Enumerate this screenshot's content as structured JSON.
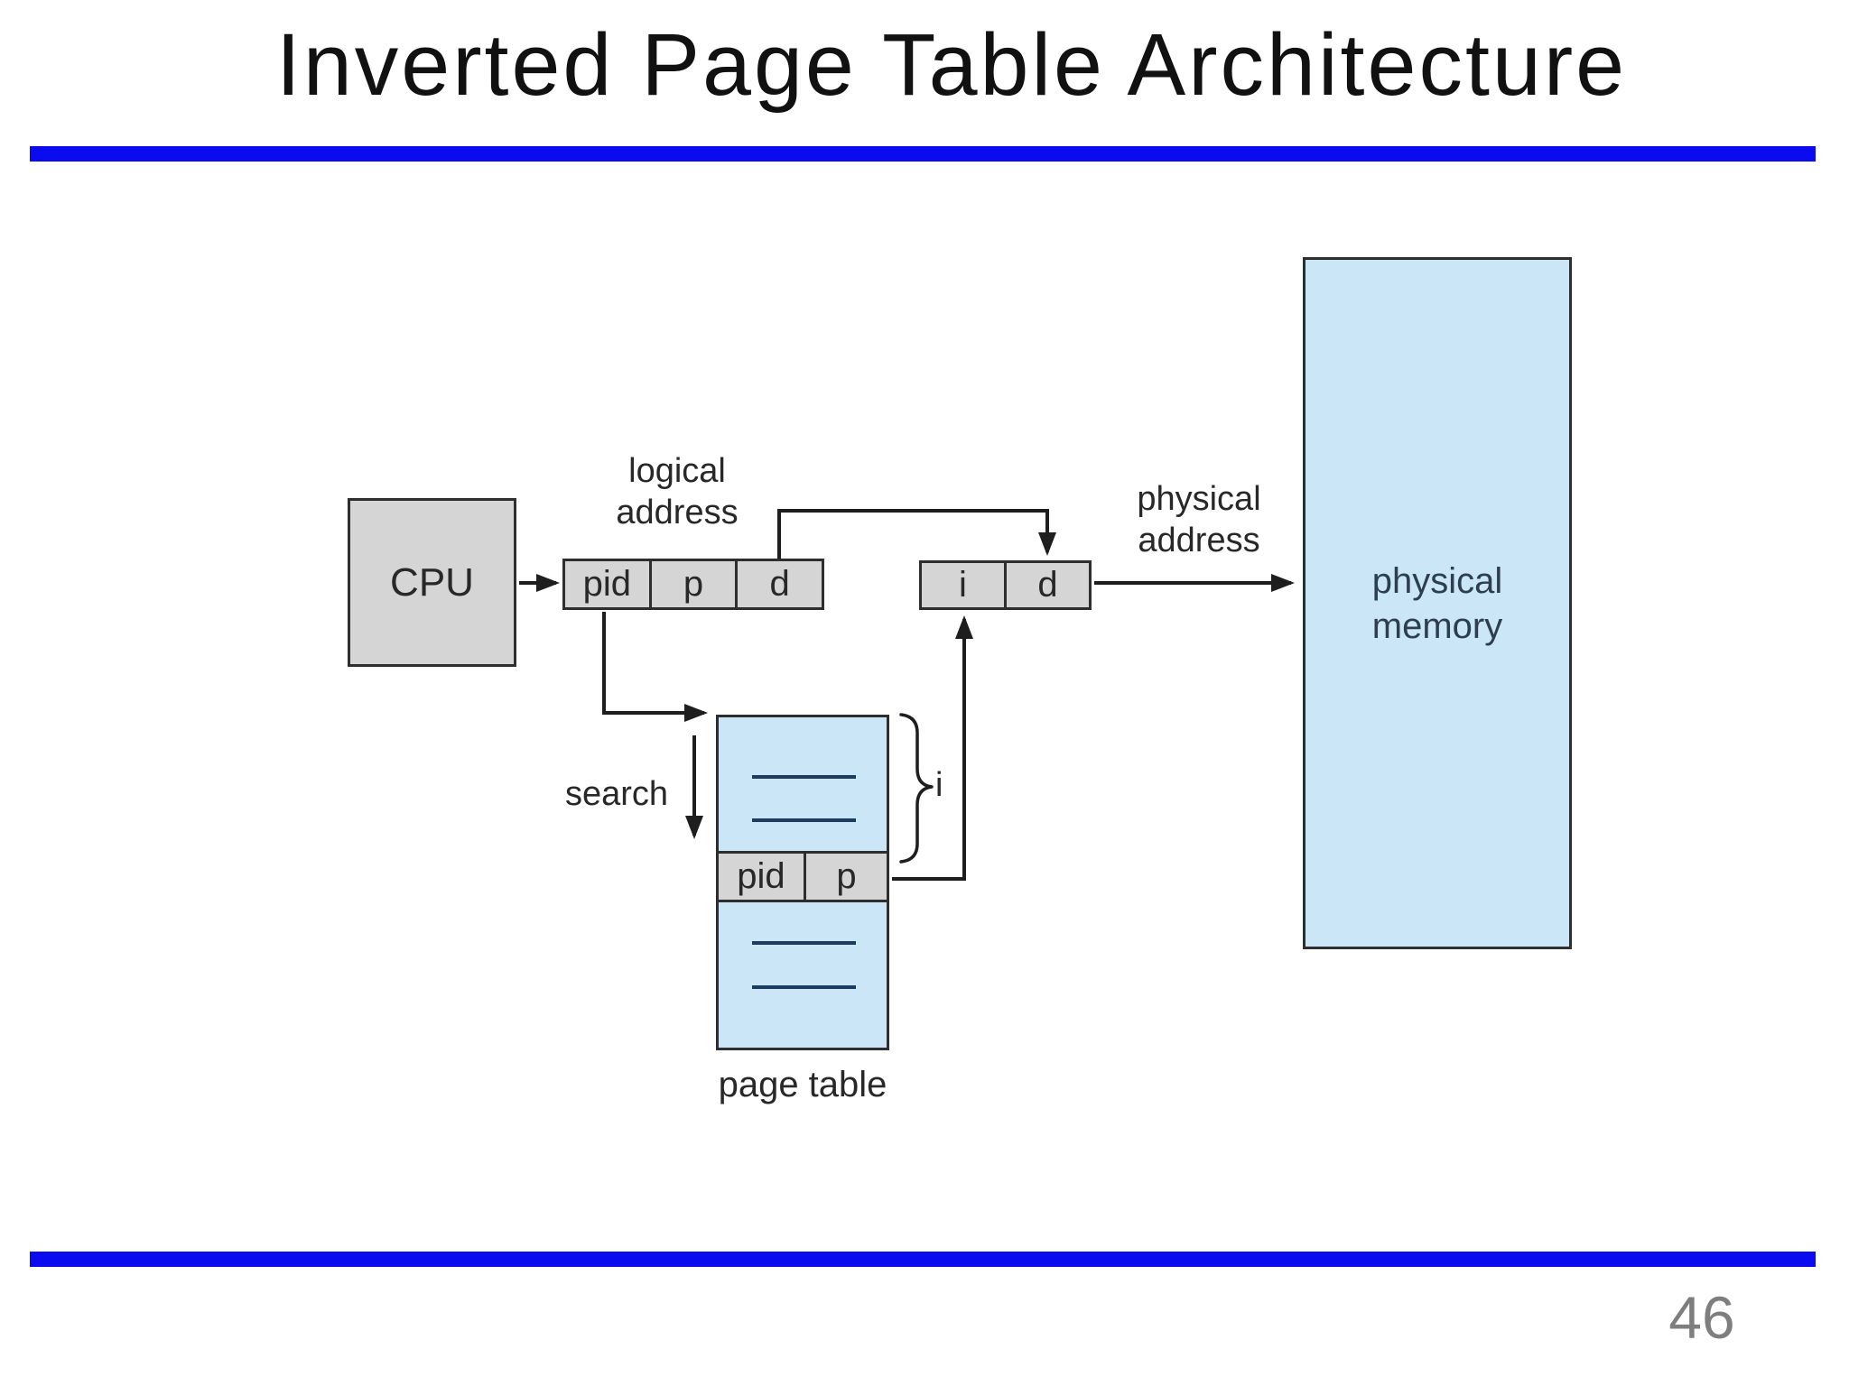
{
  "title": "Inverted Page Table Architecture",
  "page_number": "46",
  "diagram": {
    "cpu": {
      "label": "CPU"
    },
    "logical_address": {
      "caption": "logical\naddress",
      "fields": [
        "pid",
        "p",
        "d"
      ]
    },
    "physical_address": {
      "caption": "physical\naddress",
      "fields": [
        "i",
        "d"
      ]
    },
    "physical_memory": {
      "label": "physical\nmemory"
    },
    "page_table": {
      "caption": "page table",
      "match_fields": [
        "pid",
        "p"
      ]
    },
    "search_label": "search",
    "index_label": "i"
  },
  "colors": {
    "accent_bar": "#0b0bf0",
    "box_gray": "#d5d5d5",
    "box_blue": "#cbe7f7",
    "line_dark": "#1e1e1e",
    "entry_line": "#1c3b60",
    "page_number_gray": "#7e7e7e"
  }
}
